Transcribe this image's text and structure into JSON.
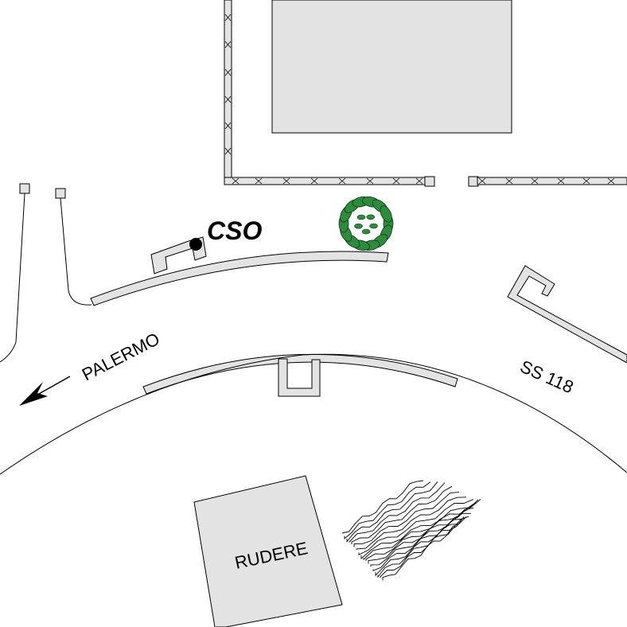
{
  "labels": {
    "site_marker": "CSO",
    "direction": "PALERMO",
    "road": "SS 118",
    "ruin": "RUDERE"
  },
  "colors": {
    "building_fill": "#e3e3e3",
    "outline": "#000000",
    "tree_fill": "#2e8b3e",
    "tree_outline": "#0d3b17",
    "background": "#ffffff"
  },
  "icons": {
    "tree": "tree-icon",
    "marker": "point-marker-icon",
    "arrow": "direction-arrow-icon",
    "terrain": "slope-hatching"
  }
}
